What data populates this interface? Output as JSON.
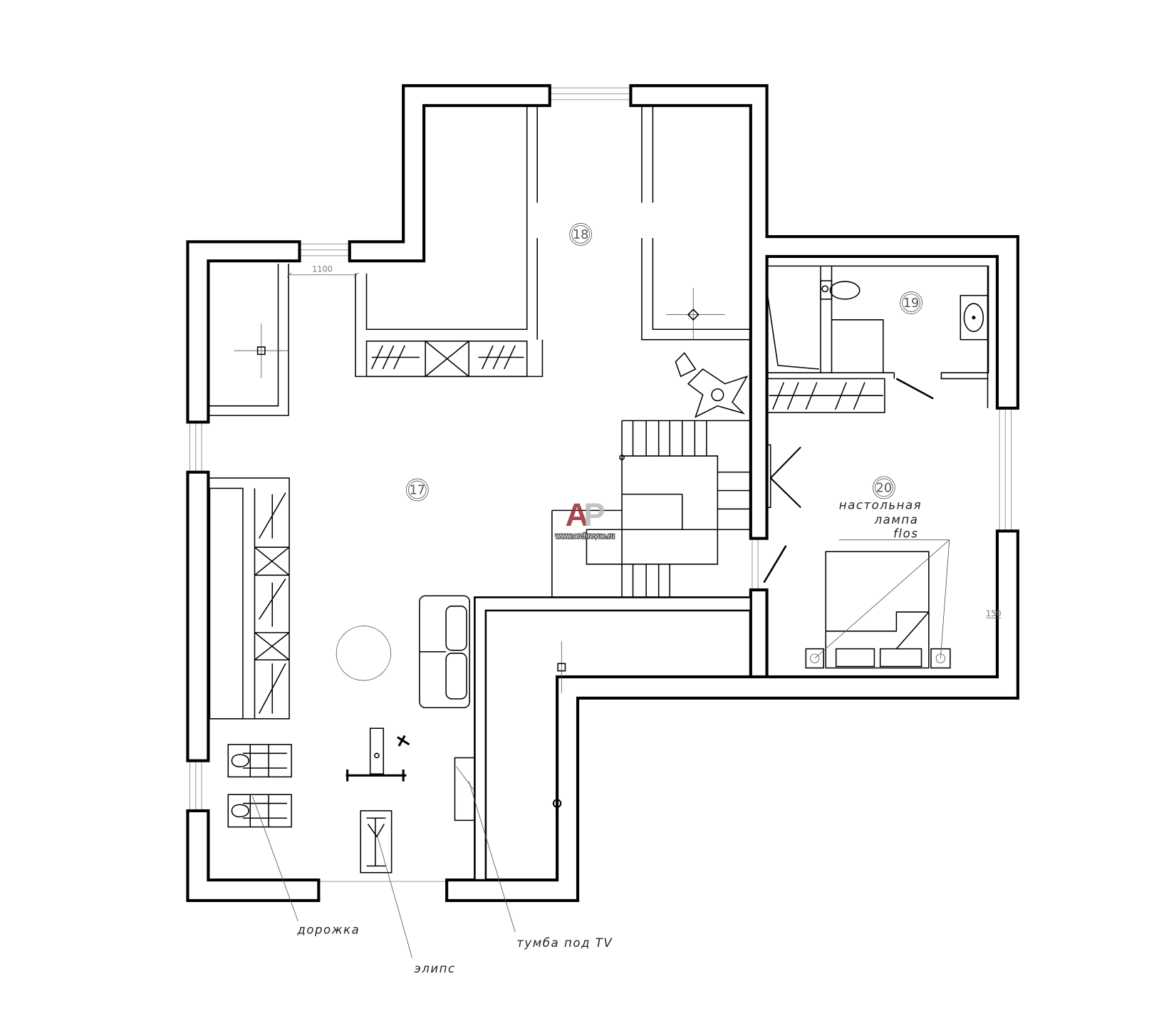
{
  "plan": {
    "rooms": [
      {
        "number": "17"
      },
      {
        "number": "18"
      },
      {
        "number": "19"
      },
      {
        "number": "20"
      }
    ],
    "labels": {
      "lamp_line1": "настольная",
      "lamp_line2": "лампа",
      "lamp_line3": "flos",
      "treadmill": "дорожка",
      "ellipse": "элипс",
      "tv_stand": "тумба под TV"
    },
    "dimensions": {
      "window_width": "1100",
      "wall_offset": "150"
    },
    "watermark": {
      "logo": "AP",
      "url": "www.archrevue.ru",
      "color_a": "#9b2a35",
      "color_p": "#b8b8b8"
    }
  }
}
